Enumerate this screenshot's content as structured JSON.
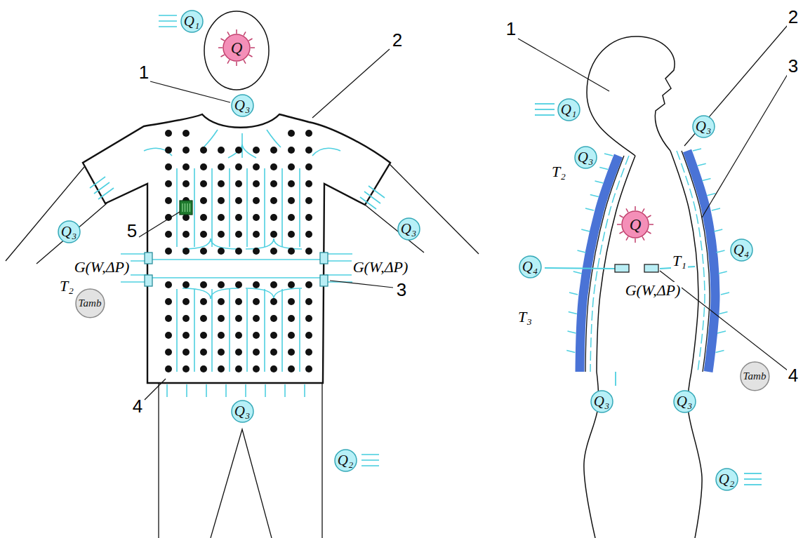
{
  "diagram": {
    "nodes": [
      {
        "text": [
          "Q₁"
        ]
      },
      {
        "text": [
          "Q"
        ]
      },
      {
        "text": [
          "Q₃"
        ]
      },
      {
        "text": [
          "Q₃"
        ]
      },
      {
        "text": [
          "Q₃"
        ]
      },
      {
        "text": [
          "Tamb"
        ]
      },
      {
        "text": [
          "Q₃"
        ]
      },
      {
        "text": [
          "Q₂"
        ]
      },
      {
        "text": [
          "Q₁"
        ]
      },
      {
        "text": [
          "Q₃"
        ]
      },
      {
        "text": [
          "Q₃"
        ]
      },
      {
        "text": [
          "Q"
        ]
      },
      {
        "text": [
          "Q₄"
        ]
      },
      {
        "text": [
          "Q₄"
        ]
      },
      {
        "text": [
          "Tamb"
        ]
      },
      {
        "text": [
          "Q₃"
        ]
      },
      {
        "text": [
          "Q₃"
        ]
      },
      {
        "text": [
          "Q₂"
        ]
      }
    ],
    "labels": [
      "1",
      "2",
      "5",
      "3",
      "4",
      "T₂",
      "G(W,ΔP)",
      "G(W,ΔP)",
      "1",
      "2",
      "3",
      "T₂",
      "T₁",
      "T₃",
      "G(W,ΔP)",
      "4"
    ]
  }
}
